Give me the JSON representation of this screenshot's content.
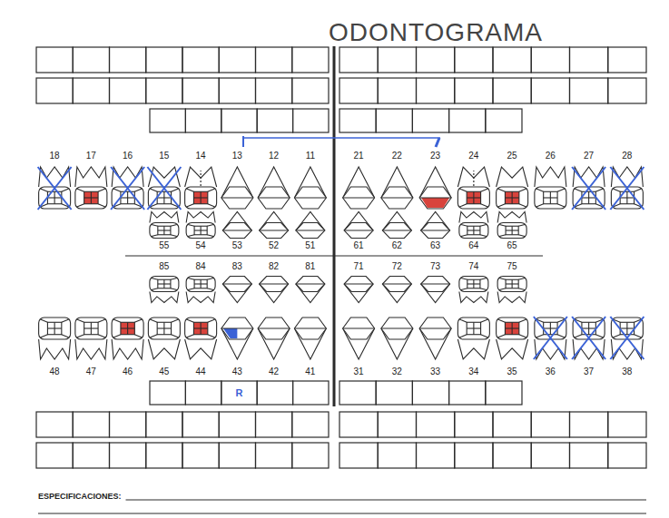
{
  "diagram": {
    "title": "ODONTOGRAMA",
    "labels": [
      "18",
      "17",
      "16",
      "15",
      "14",
      "13",
      "12",
      "11",
      "21",
      "22",
      "23",
      "24",
      "25",
      "26",
      "27",
      "28",
      "55",
      "54",
      "53",
      "52",
      "51",
      "61",
      "62",
      "63",
      "64",
      "65",
      "85",
      "84",
      "83",
      "82",
      "81",
      "71",
      "72",
      "73",
      "74",
      "75",
      "48",
      "47",
      "46",
      "45",
      "44",
      "43",
      "42",
      "41",
      "31",
      "32",
      "33",
      "34",
      "35",
      "36",
      "37",
      "38",
      "R",
      "ESPECIFICACIONES:"
    ]
  }
}
